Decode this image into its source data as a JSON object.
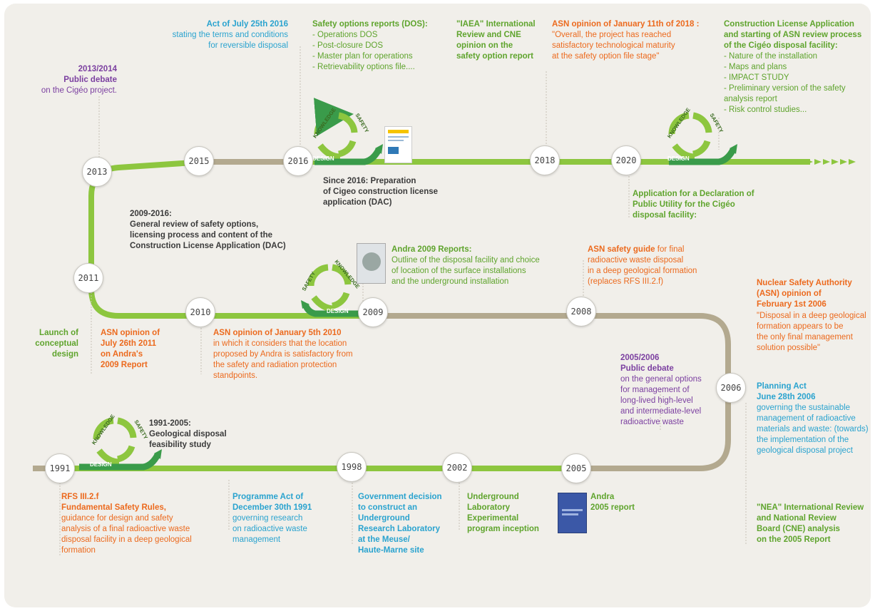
{
  "years": {
    "y1991": "1991",
    "y1998": "1998",
    "y2002": "2002",
    "y2005": "2005",
    "y2006": "2006",
    "y2008": "2008",
    "y2009": "2009",
    "y2010": "2010",
    "y2011": "2011",
    "y2013": "2013",
    "y2015": "2015",
    "y2016": "2016",
    "y2018": "2018",
    "y2020": "2020"
  },
  "cycle": {
    "knowledge": "KNOWLEDGE",
    "safety": "SAFETY",
    "design": "DESIGN"
  },
  "events": {
    "debate2013_title": "2013/2014\nPublic debate",
    "debate2013_body": "on the Cigéo project.",
    "act2016_title": "Act of July 25th 2016",
    "act2016_body": "stating the terms and conditions\nfor reversible disposal",
    "dos_title": "Safety options reports (DOS):",
    "dos_body": "- Operations DOS\n- Post-closure DOS\n- Master plan for operations\n- Retrievability options file....",
    "iaea": "\"IAEA\" International\nReview and CNE\nopinion on the\nsafety option report",
    "asn2018_title": "ASN opinion of January 11th of 2018 :",
    "asn2018_body": "\"Overall, the project has reached\nsatisfactory technological maturity\nat the safety option file stage\"",
    "cla_title": "Construction License Application\nand starting of ASN review process\nof the Cigéo disposal facility:",
    "cla_body": "- Nature of the installation\n- Maps and plans\n- IMPACT STUDY\n- Preliminary version of the safety\n   analysis report\n- Risk control studies...",
    "since2016": "Since 2016: Preparation\nof Cigeo construction license\napplication (DAC)",
    "dup": "Application for a Declaration of\nPublic Utility for the Cigéo\ndisposal facility:",
    "review2009": "2009-2016:\nGeneral review of safety options,\nlicensing process and content of the\nConstruction License Application (DAC)",
    "andra2009_title": "Andra 2009 Reports:",
    "andra2009_body": "Outline of the disposal facility and choice\nof location of the surface installations\nand the underground installation",
    "asnguide_title": "ASN safety guide",
    "asnguide_rest": " for final",
    "asnguide_body": "radioactive waste disposal\nin a deep geological formation\n(replaces RFS III.2.f)",
    "launch": "Launch of\nconceptual\ndesign",
    "asn2011": "ASN opinion of\nJuly 26th 2011\non Andra's\n2009 Report",
    "asn2010_title": "ASN opinion of January 5th 2010",
    "asn2010_body": "in which it considers that the location\nproposed by Andra is satisfactory from\nthe safety and radiation protection\nstandpoints.",
    "asn2006_title": "Nuclear Safety Authority\n(ASN) opinion of\nFebruary 1st 2006",
    "asn2006_body": "\"Disposal in a deep geological\nformation appears to be\nthe only final management\nsolution possible\"",
    "debate2005_title": "2005/2006\nPublic debate",
    "debate2005_body": "on the general options\nfor management of\nlong-lived high-level\nand intermediate-level\nradioactive waste",
    "planning_title": "Planning Act\nJune 28th 2006",
    "planning_body": "governing the sustainable\nmanagement of radioactive\nmaterials and waste: (towards)\nthe implementation of the\ngeological disposal project",
    "feasibility": "1991-2005:\nGeological disposal\nfeasibility study",
    "rfs_title": "RFS III.2.f\nFundamental Safety Rules,",
    "rfs_body": "guidance for design and safety\nanalysis of a final radioactive waste\ndisposal facility in a deep geological\nformation",
    "prog_title": "Programme Act of\nDecember 30th 1991",
    "prog_body": "governing research\non radioactive waste\nmanagement",
    "gov1998": "Government decision\nto construct an\nUnderground\nResearch Laboratory\nat the Meuse/\nHaute-Marne site",
    "lab2002": "Underground\nLaboratory\nExperimental\nprogram inception",
    "andra2005": "Andra\n2005 report",
    "nea": "\"NEA\" International Review\nand National Review\nBoard (CNE) analysis\non the 2005 Report"
  },
  "colors": {
    "green": "#8dc63f",
    "dark_green": "#4a9a3c",
    "grey": "#b3a98f",
    "orange": "#ec6a1e",
    "purple": "#7b3fa0",
    "blue": "#2aa3cf"
  }
}
